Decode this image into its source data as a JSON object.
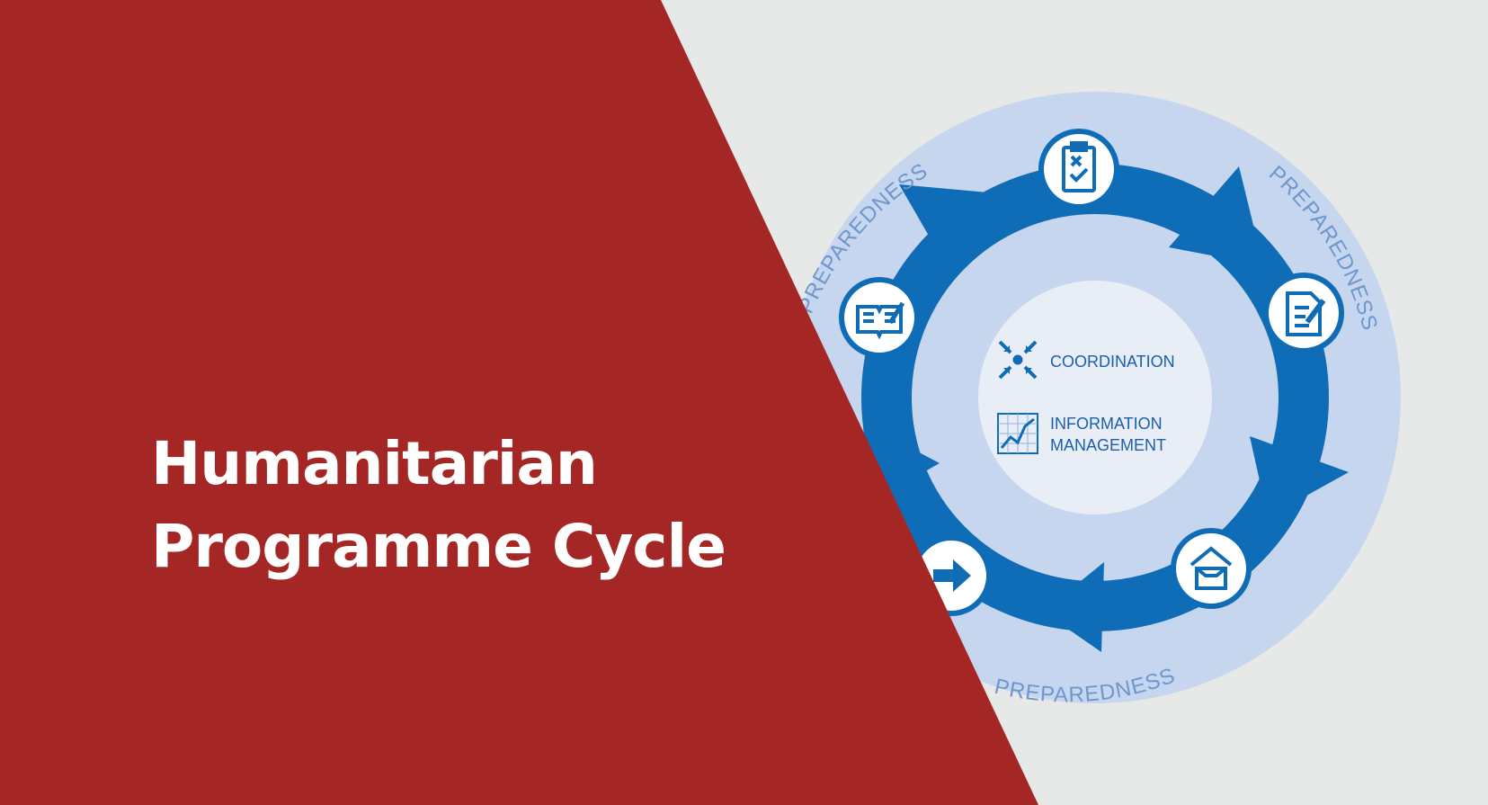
{
  "title": {
    "line1": "Humanitarian",
    "line2": "Programme Cycle"
  },
  "ring_labels": {
    "top_left": "PREPAREDNESS",
    "top_right": "PREPAREDNESS",
    "bottom": "PREPAREDNESS"
  },
  "center": {
    "coordination": "COORDINATION",
    "information_line1": "INFORMATION",
    "information_line2": "MANAGEMENT"
  },
  "colors": {
    "brand_red": "#a52725",
    "cycle_blue": "#0f6cb6",
    "ring_light_blue": "#c6d6ee",
    "background_gray": "#e7e8e8"
  },
  "icons": [
    "clipboard-checklist-icon",
    "document-pen-icon",
    "package-box-icon",
    "arrow-right-icon",
    "open-book-pen-icon",
    "converging-arrows-icon",
    "line-chart-icon"
  ]
}
